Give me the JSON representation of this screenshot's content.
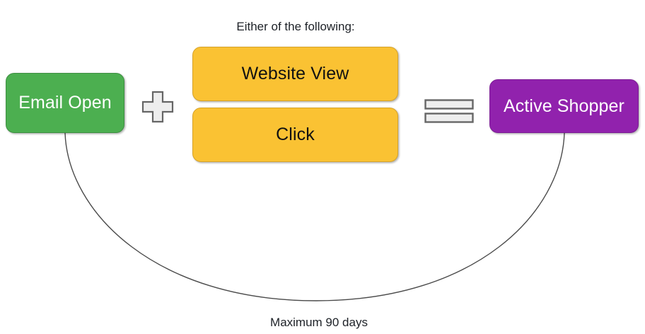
{
  "diagram": {
    "title_text": "Either of the following:",
    "footer_text": "Maximum 90 days",
    "nodes": {
      "email_open": {
        "label": "Email Open",
        "color": "#4caf50",
        "text_color": "#ffffff"
      },
      "website_view": {
        "label": "Website View",
        "color": "#fac233",
        "text_color": "#111111"
      },
      "click": {
        "label": "Click",
        "color": "#fac233",
        "text_color": "#111111"
      },
      "active_shopper": {
        "label": "Active Shopper",
        "color": "#9122ad",
        "text_color": "#ffffff"
      }
    },
    "operators": {
      "plus": {
        "name": "plus-sign",
        "glyph": "+",
        "fill": "#eeeeee",
        "stroke": "#666666"
      },
      "equals": {
        "name": "equals-sign",
        "glyph": "=",
        "fill": "#eeeeee",
        "stroke": "#666666"
      }
    },
    "connector": {
      "name": "email-open-to-active-shopper-curve",
      "stroke": "#4a4a4a",
      "from": "email_open",
      "to": "active_shopper",
      "annotation": "Maximum 90 days"
    }
  }
}
